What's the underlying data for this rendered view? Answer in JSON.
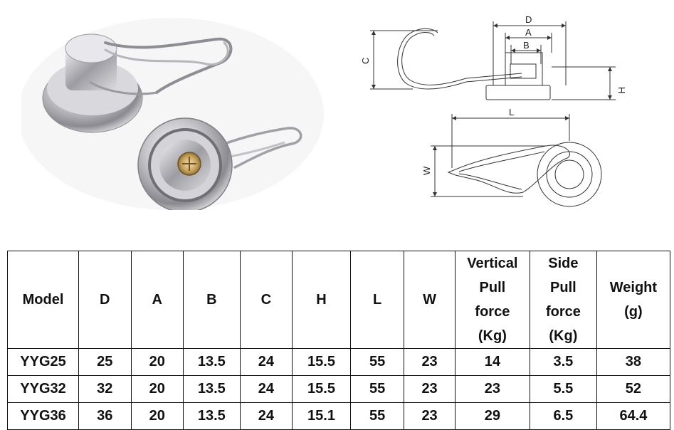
{
  "drawing_labels": {
    "D": "D",
    "A": "A",
    "B": "B",
    "C": "C",
    "H": "H",
    "L": "L",
    "W": "W"
  },
  "table": {
    "headers": [
      [
        "Model"
      ],
      [
        "D"
      ],
      [
        "A"
      ],
      [
        "B"
      ],
      [
        "C"
      ],
      [
        "H"
      ],
      [
        "L"
      ],
      [
        "W"
      ],
      [
        "Vertical",
        "Pull",
        "force",
        "(Kg)"
      ],
      [
        "Side",
        "Pull",
        "force",
        "(Kg)"
      ],
      [
        "Weight",
        "(g)"
      ]
    ],
    "rows": [
      [
        "YYG25",
        "25",
        "20",
        "13.5",
        "24",
        "15.5",
        "55",
        "23",
        "14",
        "3.5",
        "38"
      ],
      [
        "YYG32",
        "32",
        "20",
        "13.5",
        "24",
        "15.5",
        "55",
        "23",
        "23",
        "5.5",
        "52"
      ],
      [
        "YYG36",
        "36",
        "20",
        "13.5",
        "24",
        "15.1",
        "55",
        "23",
        "29",
        "6.5",
        "64.4"
      ]
    ]
  },
  "colors": {
    "metal_light": "#e9e9ec",
    "metal_mid": "#b9b9bf",
    "metal_dark": "#6b6b72",
    "brass": "#c9a35a",
    "line": "#333333"
  }
}
